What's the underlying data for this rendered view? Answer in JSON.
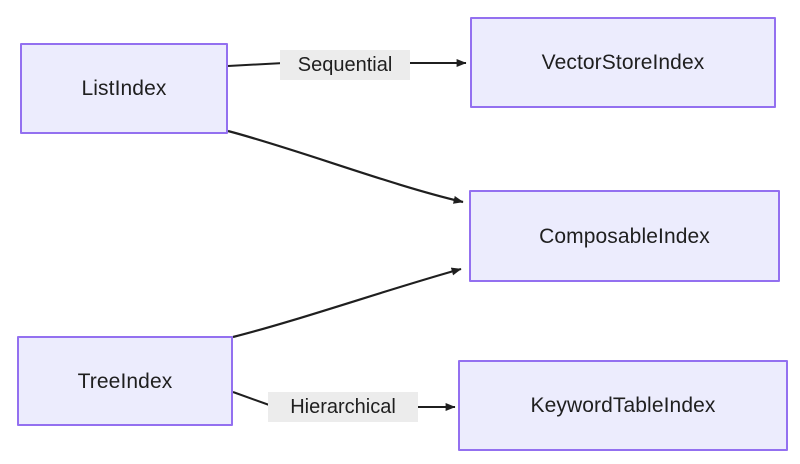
{
  "diagram": {
    "type": "flowchart",
    "background_color": "#ffffff",
    "node_fill_color": "#ececfd",
    "node_border_color": "#9370f0",
    "edge_color": "#1f1f1f",
    "edge_label_background": "#ececec",
    "nodes": [
      {
        "id": "listindex",
        "label": "ListIndex"
      },
      {
        "id": "vectorstoreindex",
        "label": "VectorStoreIndex"
      },
      {
        "id": "composableindex",
        "label": "ComposableIndex"
      },
      {
        "id": "treeindex",
        "label": "TreeIndex"
      },
      {
        "id": "keywordtableindex",
        "label": "KeywordTableIndex"
      }
    ],
    "edges": [
      {
        "id": "e1",
        "from": "listindex",
        "to": "vectorstoreindex",
        "label": "Sequential"
      },
      {
        "id": "e2",
        "from": "listindex",
        "to": "composableindex",
        "label": ""
      },
      {
        "id": "e3",
        "from": "treeindex",
        "to": "composableindex",
        "label": ""
      },
      {
        "id": "e4",
        "from": "treeindex",
        "to": "keywordtableindex",
        "label": "Hierarchical"
      }
    ]
  }
}
